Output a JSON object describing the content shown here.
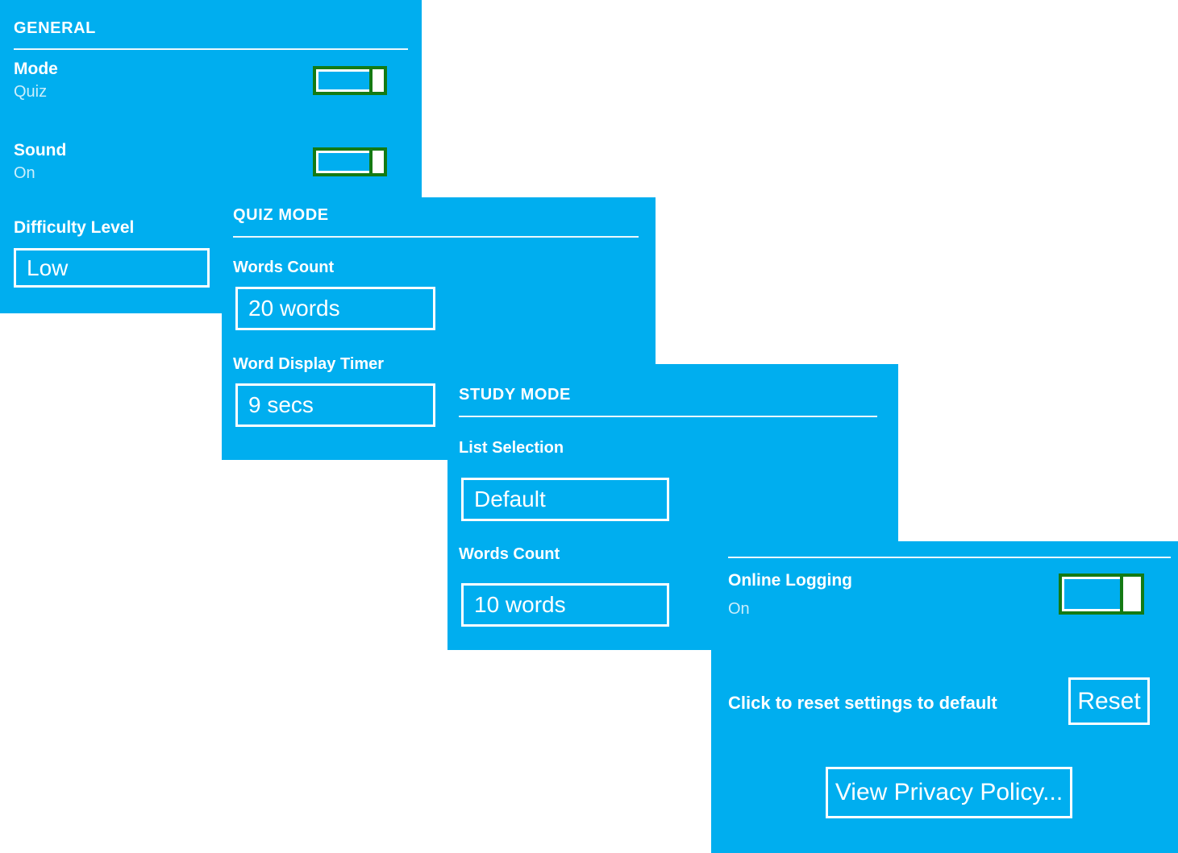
{
  "theme": {
    "panel_background": "#00AEEF",
    "text_color": "#FFFFFF",
    "toggle_accent": "#147A14",
    "page_background": "#FFFFFF"
  },
  "panels": {
    "general": {
      "title": "GENERAL",
      "settings": [
        {
          "label": "Mode",
          "value": "Quiz",
          "toggle": "on"
        },
        {
          "label": "Sound",
          "value": "On",
          "toggle": "on"
        }
      ],
      "difficulty": {
        "label": "Difficulty Level",
        "value": "Low"
      }
    },
    "quiz_mode": {
      "title": "QUIZ MODE",
      "fields": [
        {
          "label": "Words Count",
          "value": "20 words"
        },
        {
          "label": "Word Display Timer",
          "value": "9 secs"
        }
      ]
    },
    "study_mode": {
      "title": "STUDY MODE",
      "fields": [
        {
          "label": "List Selection",
          "value": "Default"
        },
        {
          "label": "Words Count",
          "value": "10 words"
        }
      ]
    },
    "privacy": {
      "online_logging": {
        "label": "Online Logging",
        "value": "On",
        "toggle": "on"
      },
      "reset_caption": "Click to reset settings to default",
      "reset_button": "Reset",
      "privacy_button": "View Privacy Policy..."
    }
  }
}
